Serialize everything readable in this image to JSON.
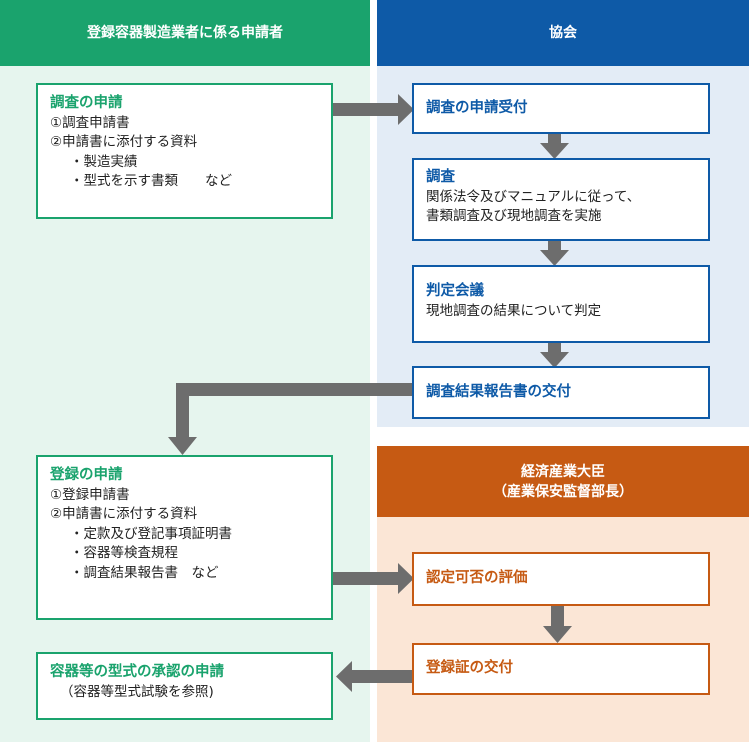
{
  "headers": {
    "applicant": "登録容器製造業者に係る申請者",
    "association": "協会",
    "minister_line1": "経済産業大臣",
    "minister_line2": "（産業保安監督部長）"
  },
  "left": {
    "survey_app": {
      "title": "調査の申請",
      "items": [
        "①調査申請書",
        "②申請書に添付する資料",
        "・製造実績",
        "・型式を示す書類　　など"
      ]
    },
    "registration_app": {
      "title": "登録の申請",
      "items": [
        "①登録申請書",
        "②申請書に添付する資料",
        "・定款及び登記事項証明書",
        "・容器等検査規程",
        "・調査結果報告書　など"
      ]
    },
    "type_approval_app": {
      "title": "容器等の型式の承認の申請",
      "sub": "（容器等型式試験を参照)"
    }
  },
  "association": {
    "receipt": {
      "title": "調査の申請受付"
    },
    "survey": {
      "title": "調査",
      "lines": [
        "関係法令及びマニュアルに従って、",
        "書類調査及び現地調査を実施"
      ]
    },
    "judgement": {
      "title": "判定会議",
      "lines": [
        "現地調査の結果について判定"
      ]
    },
    "report": {
      "title": "調査結果報告書の交付"
    }
  },
  "minister": {
    "evaluation": {
      "title": "認定可否の評価"
    },
    "certificate": {
      "title": "登録証の交付"
    }
  },
  "colors": {
    "green_header": "#1aa36d",
    "green_bg": "#e6f5ee",
    "blue_header": "#0e5aa7",
    "blue_bg": "#e3ecf6",
    "orange_header": "#c65a13",
    "orange_bg": "#fbe6d6",
    "arrow": "#6d6d6d"
  }
}
